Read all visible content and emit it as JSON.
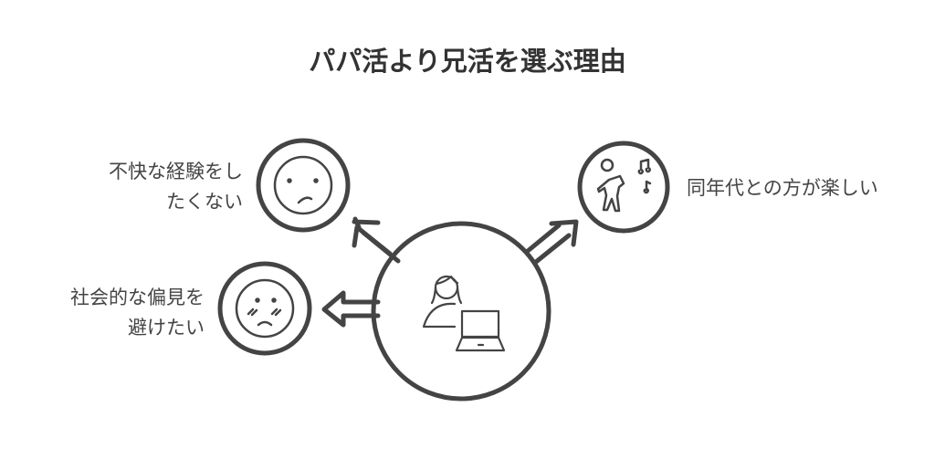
{
  "title": "パパ活より兄活を選ぶ理由",
  "center": {
    "icon": "person-with-laptop-icon"
  },
  "branches": [
    {
      "label_lines": [
        "不快な経験をし",
        "たくない"
      ],
      "icon": "sad-face-icon"
    },
    {
      "label_lines": [
        "社会的な偏見を",
        "避けたい"
      ],
      "icon": "worried-blushing-face-icon"
    },
    {
      "label_lines": [
        "同年代との方が楽しい"
      ],
      "icon": "dancing-person-music-icon"
    }
  ],
  "colors": {
    "stroke": "#444444",
    "background": "#ffffff"
  }
}
